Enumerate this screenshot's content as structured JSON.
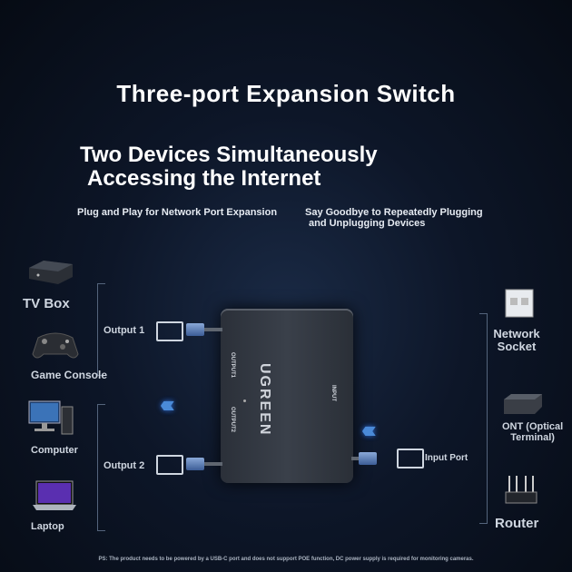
{
  "title": "Three-port Expansion Switch",
  "subtitle": {
    "line1": "Two Devices Simultaneously",
    "line2": "Accessing the Internet"
  },
  "taglines": {
    "left": "Plug and Play for Network Port Expansion",
    "right_line1": "Say Goodbye to Repeatedly Plugging",
    "right_line2": "and Unplugging Devices"
  },
  "left_devices": {
    "tv_box": "TV Box",
    "game_console": "Game Console",
    "computer": "Computer",
    "laptop": "Laptop"
  },
  "right_devices": {
    "network_socket_line1": "Network",
    "network_socket_line2": "Socket",
    "ont_line1": "ONT (Optical",
    "ont_line2": "Terminal)",
    "router": "Router"
  },
  "ports": {
    "output1": "Output 1",
    "output2": "Output 2",
    "input": "Input Port"
  },
  "switch": {
    "brand": "UGREEN",
    "port_label_a": "OUTPUT1",
    "port_label_b": "OUTPUT2",
    "port_label_in": "INPUT"
  },
  "footnote": "PS: The product needs to be powered by a USB-C port and does not support POE function, DC power supply is required for monitoring cameras.",
  "colors": {
    "accent_blue": "#4a8ad8",
    "background": "#0d1628"
  }
}
